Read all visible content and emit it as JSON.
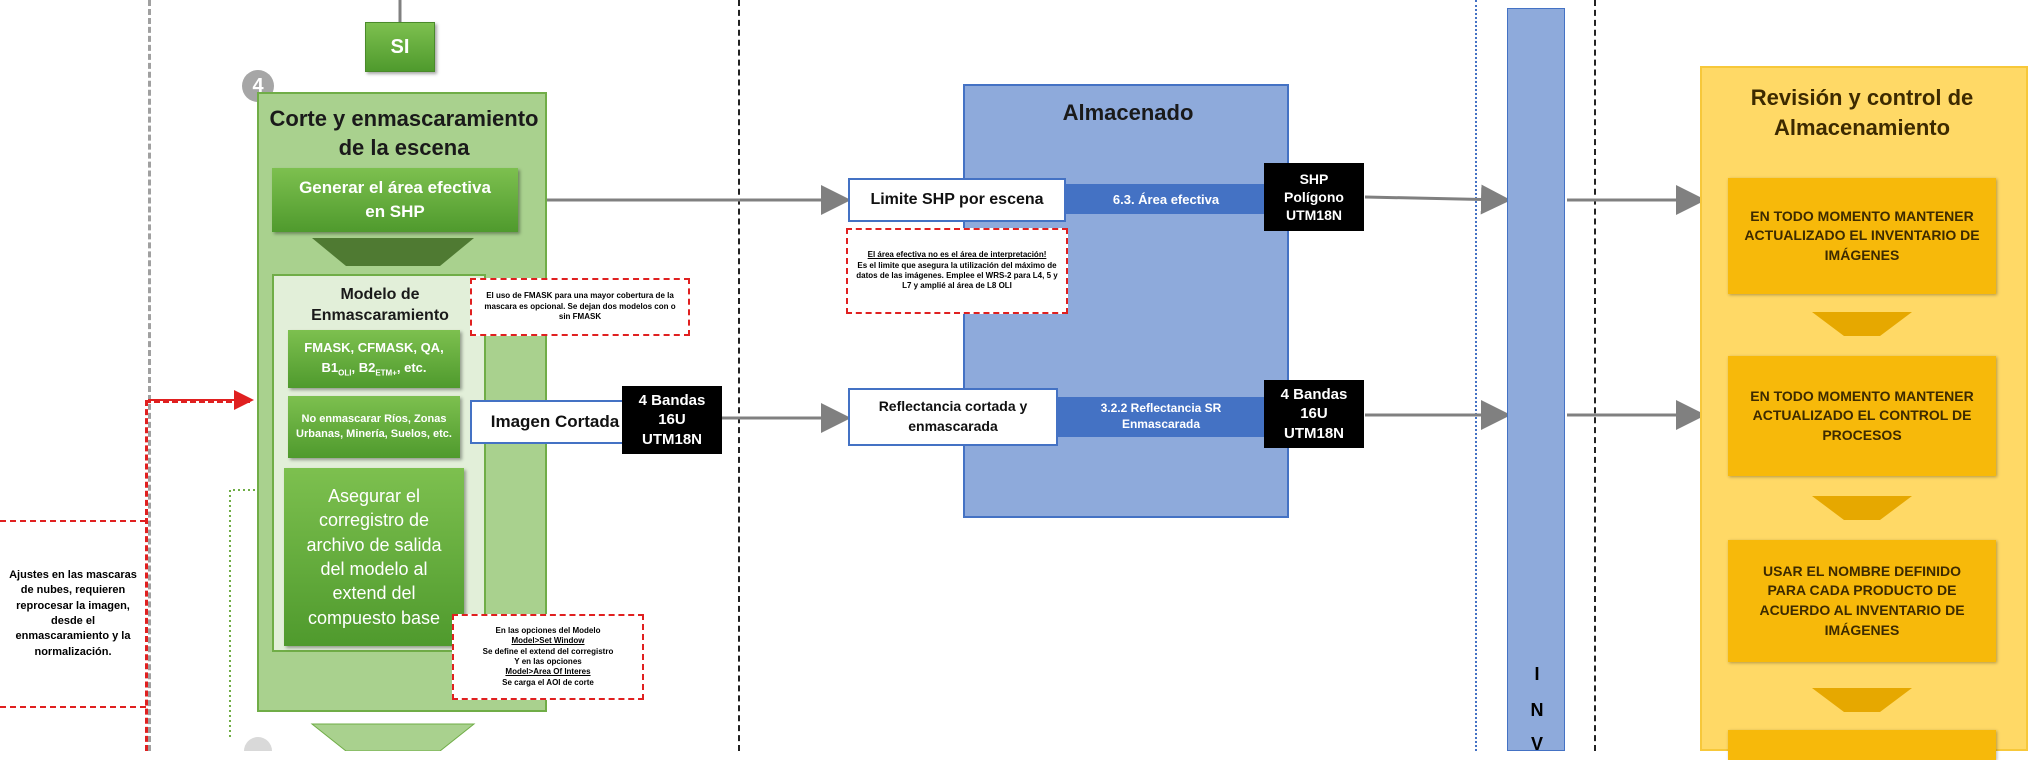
{
  "colors": {
    "green_fill": "#a9d18e",
    "green_border": "#70ad47",
    "green_button": "#5fa83a",
    "blue_panel": "#8eaadb",
    "blue_label": "#4472c4",
    "gold_panel": "#ffd966",
    "gold_box": "#f7b90a",
    "red_dashed": "#e02020",
    "arrow_gray": "#808080"
  },
  "left": {
    "si_label": "SI",
    "step_number": "4",
    "panel_title": "Corte y enmascaramiento de la escena",
    "generate_button": "Generar el área efectiva en SHP",
    "model_title": "Modelo de Enmascaramiento",
    "fmask_prefix": "FMASK, CFMASK, QA, B1",
    "fmask_sub1": "OLI",
    "fmask_mid": ", B2",
    "fmask_sub2": "ETM+",
    "fmask_suffix": ", etc.",
    "no_mask_label": "No enmascarar Ríos, Zonas Urbanas, Minería, Suelos, etc.",
    "coregister_label": "Asegurar el corregistro de archivo de salida del modelo al extend del compuesto base",
    "fmask_note": "El uso de FMASK para una mayor cobertura de la mascara es opcional. Se dejan dos modelos con o sin FMASK",
    "model_options_note_1": "En las opciones del Modelo",
    "model_options_note_2": "Model>Set Window",
    "model_options_note_3": "Se define el extend del corregistro",
    "model_options_note_4": "Y en las opciones",
    "model_options_note_5": "Model>Area Of Interes",
    "model_options_note_6": "Se carga el AOI de corte",
    "side_note": "Ajustes en las mascaras de nubes, requieren reprocesar la imagen, desde el enmascaramiento y la normalización.",
    "image_cut_label": "Imagen Cortada",
    "image_cut_badge": "4 Bandas\n16U\nUTM18N"
  },
  "middle": {
    "panel_title": "Almacenado",
    "shp_limit_label": "Limite SHP por escena",
    "area_efectiva_label": "6.3. Área efectiva",
    "shp_badge": "SHP\nPolígono\nUTM18N",
    "area_note_1": "El área efectiva no es el área de interpretación!",
    "area_note_2": "Es el limite que asegura la utilización del máximo de datos de las imágenes. Emplee el WRS-2 para L4, 5 y L7 y amplié al área de L8 OLI",
    "reflectance_label": "Reflectancia cortada y enmascarada",
    "reflectance_sr_label": "3.2.2  Reflectancia SR Enmascarada",
    "reflectance_badge": "4 Bandas\n16U\nUTM18N"
  },
  "inventory_bar": {
    "letters": [
      "I",
      "N",
      "V"
    ]
  },
  "right": {
    "panel_title": "Revisión y control de Almacenamiento",
    "boxes": [
      "EN TODO MOMENTO MANTENER ACTUALIZADO EL INVENTARIO DE IMÁGENES",
      "EN TODO MOMENTO MANTENER ACTUALIZADO EL CONTROL DE PROCESOS",
      "USAR EL NOMBRE DEFINIDO PARA CADA PRODUCTO DE ACUERDO AL INVENTARIO DE IMÁGENES"
    ]
  }
}
